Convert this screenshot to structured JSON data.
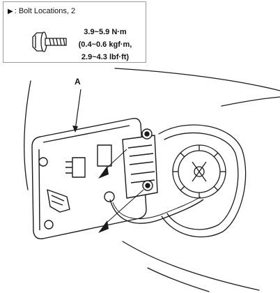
{
  "legend": {
    "marker": "▶",
    "text": ": Bolt Locations, 2",
    "bolt_icon": "bolt-icon"
  },
  "torque": {
    "line1": "3.9~5.9 N·m",
    "line2": "(0.4~0.6 kgf·m,",
    "line3": "2.9~4.3 lbf·ft)"
  },
  "callout": {
    "label": "A"
  },
  "icons": [
    "bolt-icon",
    "bolt-location-marker-icon",
    "fuel-cap-icon",
    "fuel-filler-door-icon"
  ],
  "colors": {
    "line": "#1a1a1a",
    "legend_border": "#9a9a9a",
    "background": "#ffffff"
  }
}
